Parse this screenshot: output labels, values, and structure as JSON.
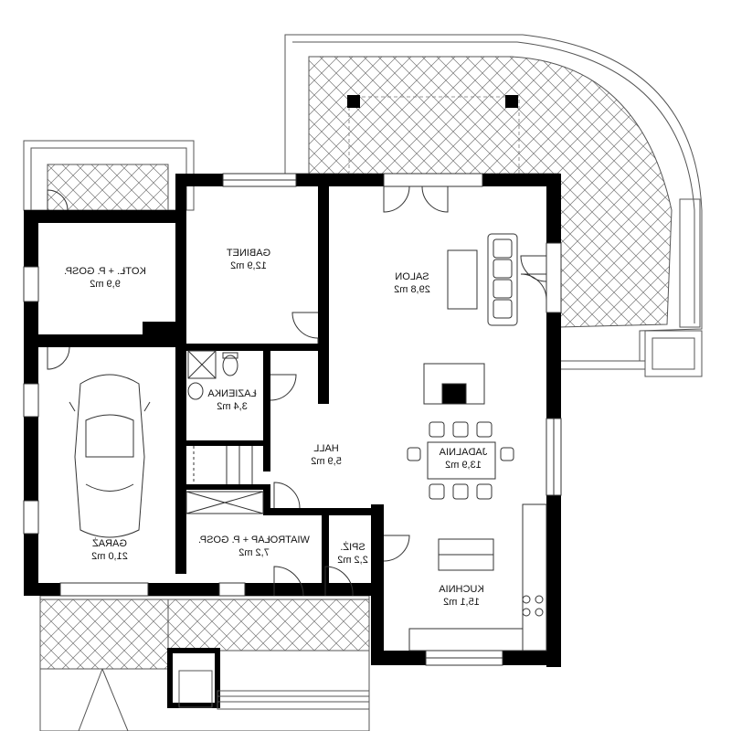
{
  "colors": {
    "wall": "#000000",
    "line": "#333333",
    "hatch": "#666666",
    "background": "#ffffff"
  },
  "rooms": [
    {
      "id": "kotl",
      "name": "KOTŁ. + P. GOSP.",
      "area": "9,9 m2"
    },
    {
      "id": "gabinet",
      "name": "GABINET",
      "area": "12,9 m2"
    },
    {
      "id": "salon",
      "name": "SALON",
      "area": "29,8 m2"
    },
    {
      "id": "lazienka",
      "name": "ŁAZIENKA",
      "area": "3,4 m2"
    },
    {
      "id": "hall",
      "name": "HALL",
      "area": "5,9 m2"
    },
    {
      "id": "jadalnia",
      "name": "JADALNIA",
      "area": "13,9 m2"
    },
    {
      "id": "garaz",
      "name": "GARAŻ",
      "area": "21,0 m2"
    },
    {
      "id": "wiatrolap",
      "name": "WIATROŁAP + P. GOSP.",
      "area": "7,2 m2"
    },
    {
      "id": "spiz",
      "name": "SPIŻ.",
      "area": "2,2 m2"
    },
    {
      "id": "kuchnia",
      "name": "KUCHNIA",
      "area": "15,1 m2"
    }
  ]
}
